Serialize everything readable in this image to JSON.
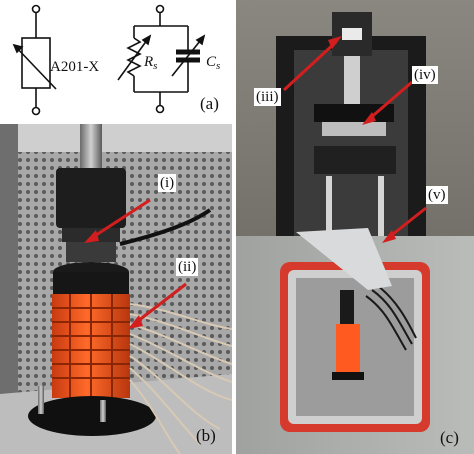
{
  "circuit": {
    "device_label": "A201-X",
    "resistor_symbol": "R",
    "resistor_subscript": "s",
    "capacitor_symbol": "C",
    "capacitor_subscript": "s"
  },
  "panel_labels": {
    "a": "(a)",
    "b": "(b)",
    "c": "(c)"
  },
  "callouts": {
    "i": "(i)",
    "ii": "(ii)",
    "iii": "(iii)",
    "iv": "(iv)",
    "v": "(v)"
  },
  "colors": {
    "arrow": "#d21e1e",
    "sensor_body": "#ff5a1f",
    "chamber_gasket": "#d63a2c"
  }
}
